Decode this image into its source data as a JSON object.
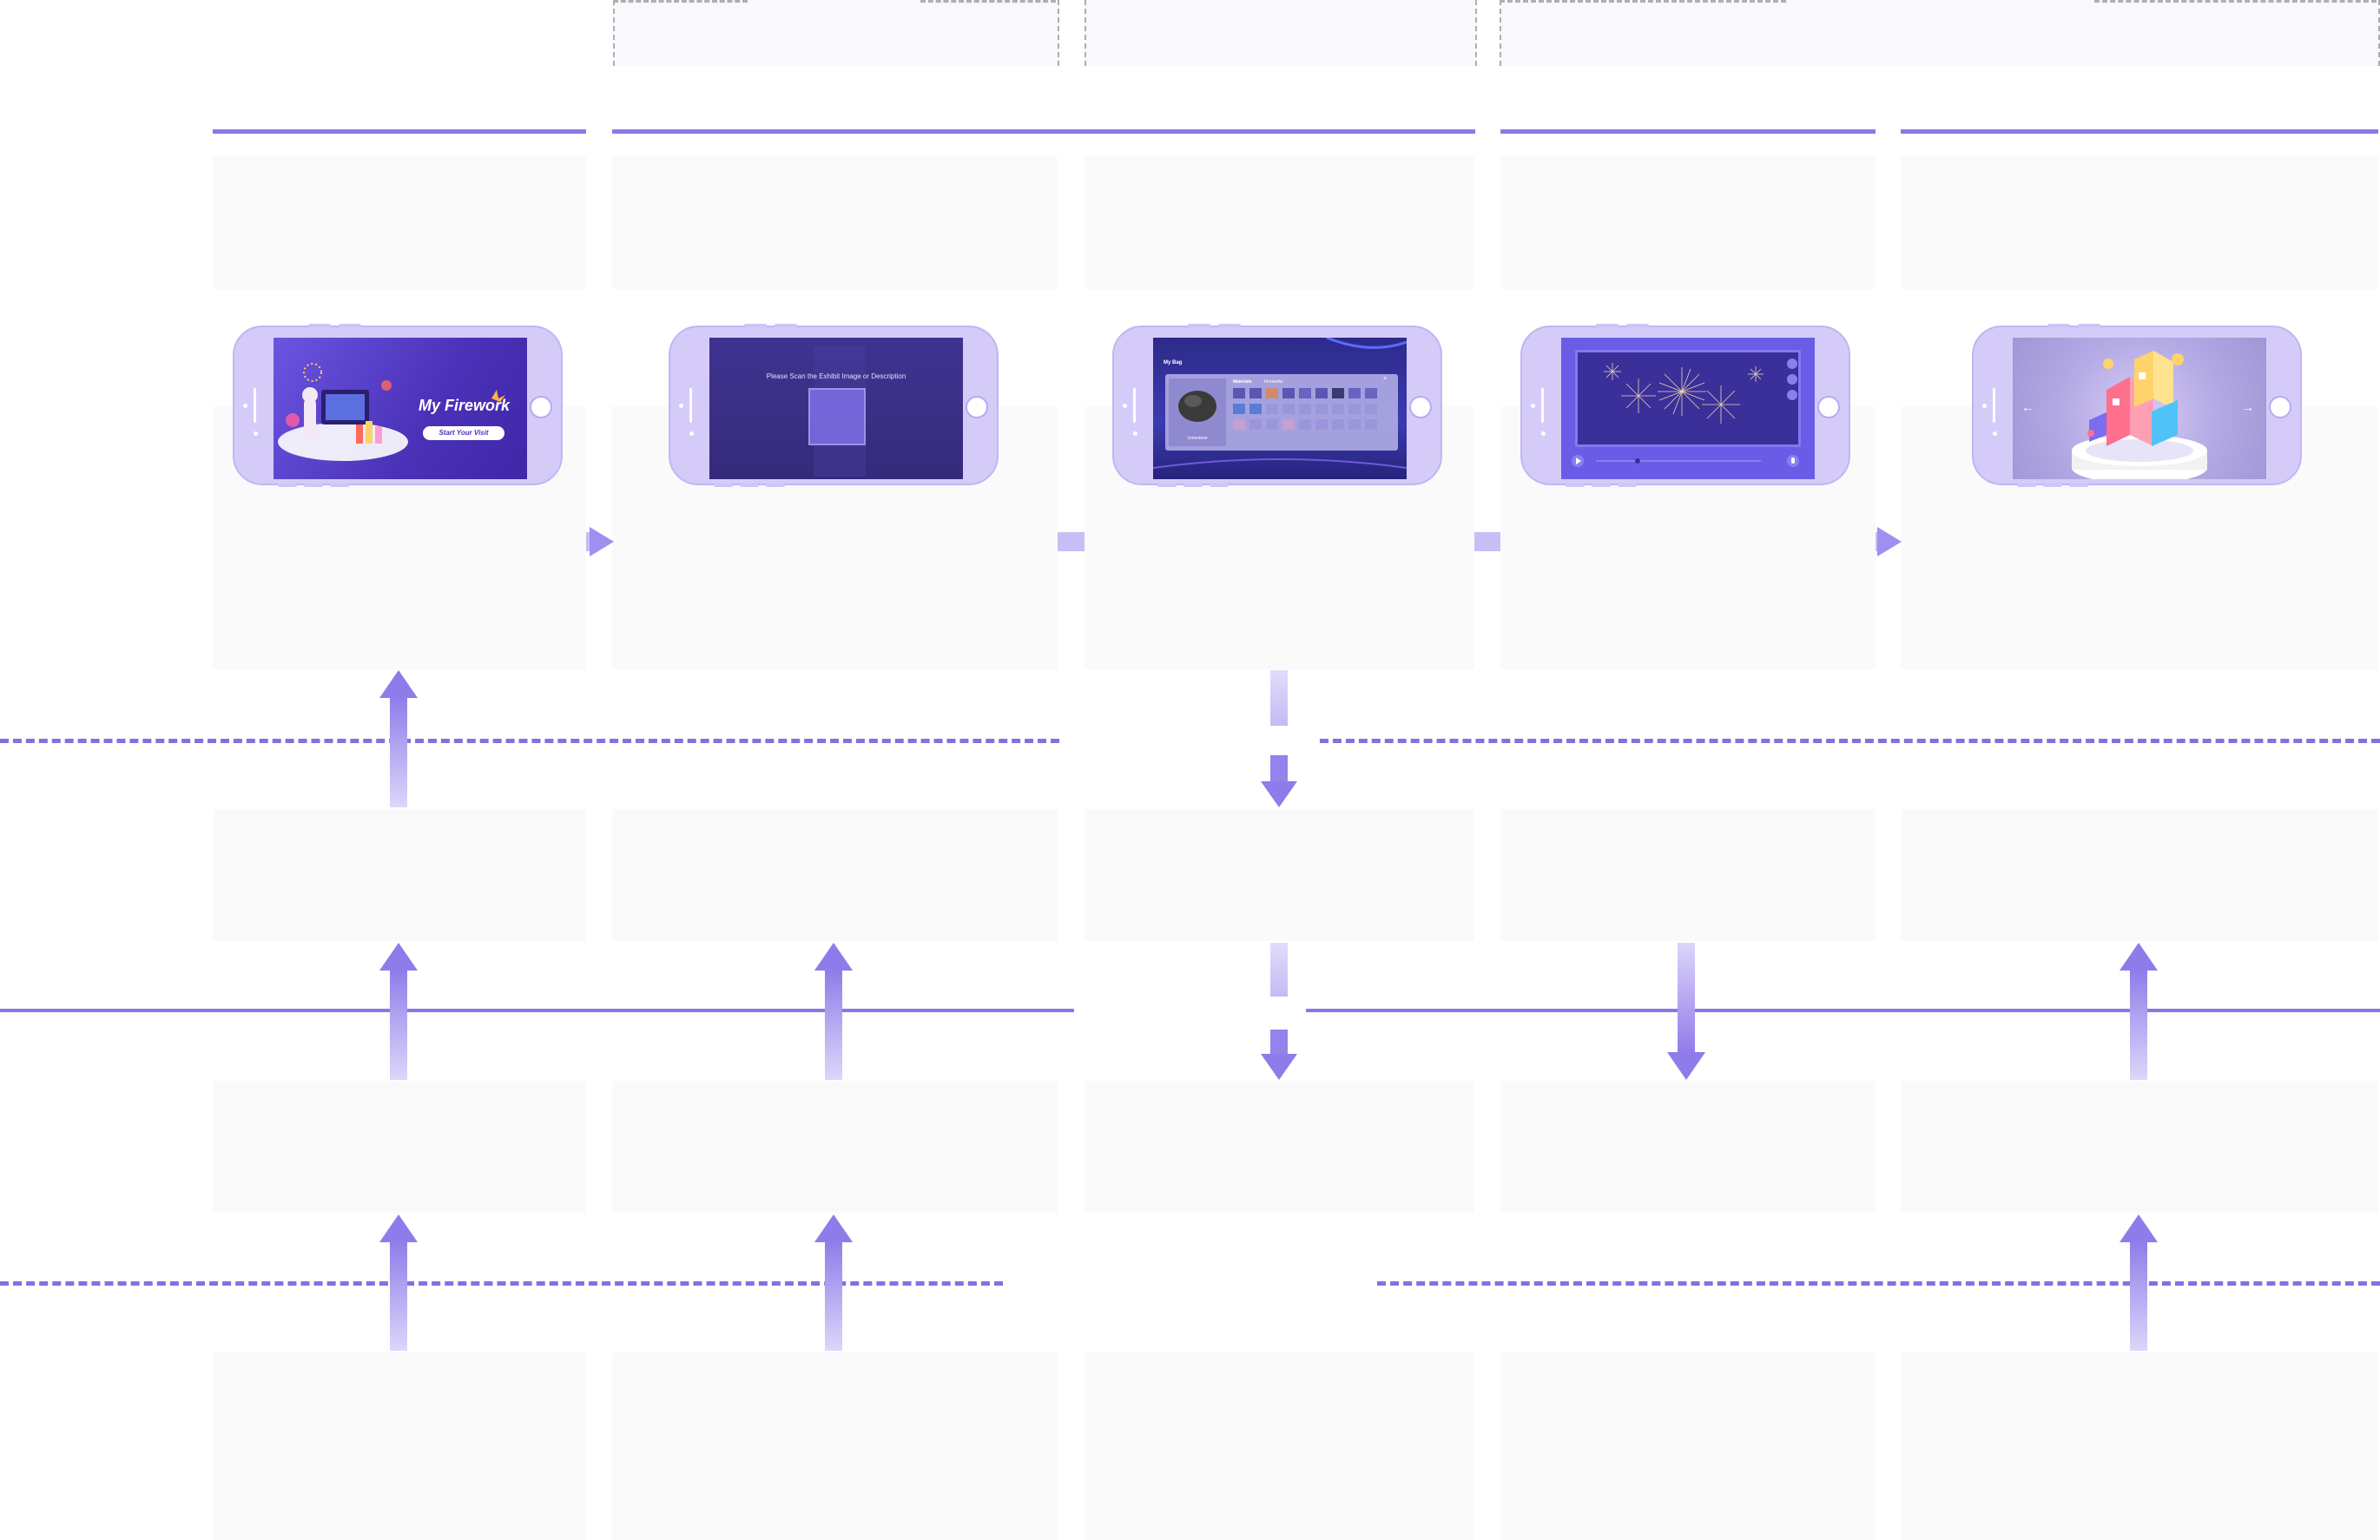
{
  "diagram": {
    "type": "service blueprint",
    "accent_color": "#8a79e8"
  },
  "screens": {
    "welcome": {
      "title": "My Firework",
      "button_label": "Start Your Visit"
    },
    "scan": {
      "prompt": "Please Scan the Exhibit Image or Description"
    },
    "bag": {
      "title": "My Bag",
      "tab_1": "Materials",
      "tab_2": "Fireworks",
      "item_caption": "Limestone"
    },
    "fireworks": {},
    "result": {}
  },
  "icons": {
    "back": "arrow-left-icon",
    "forward": "arrow-right-icon",
    "play": "play-icon",
    "mic": "microphone-icon",
    "close": "close-icon"
  }
}
